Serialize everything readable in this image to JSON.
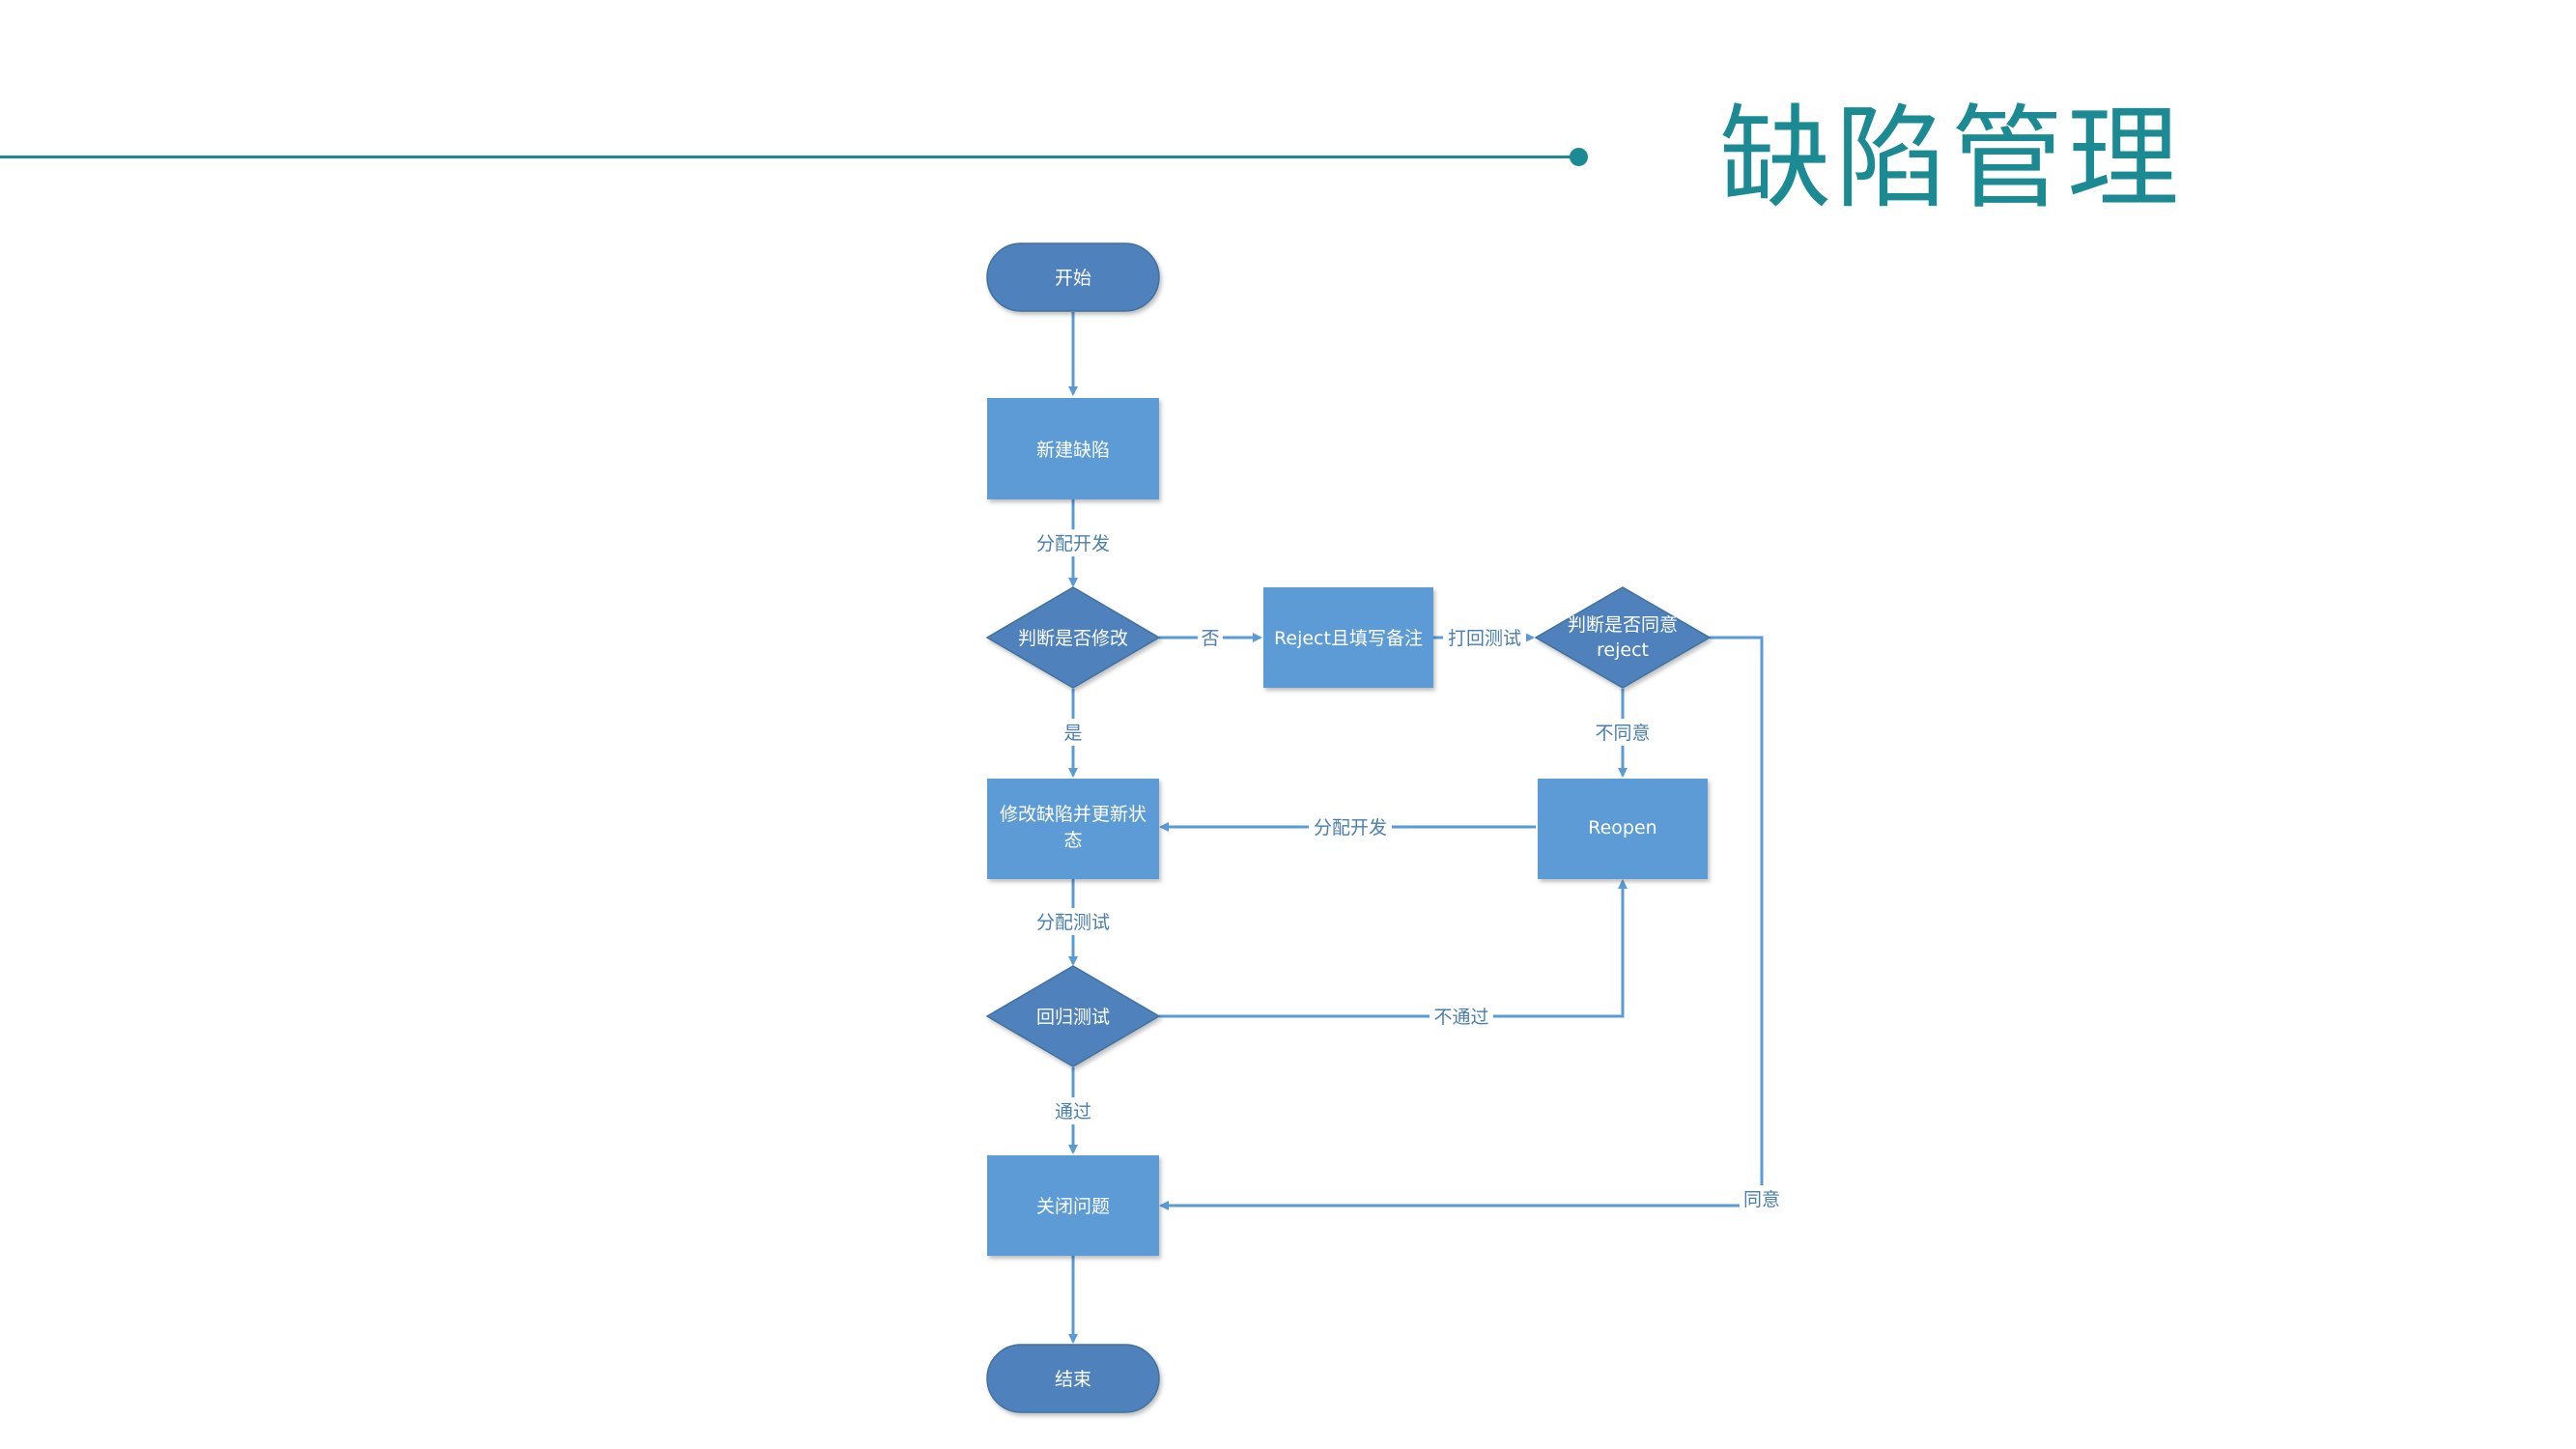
{
  "header": {
    "title": "缺陷管理",
    "accent_color": "#1b8a92"
  },
  "diagram": {
    "colors": {
      "terminal_fill": "#4f81bd",
      "process_fill": "#5b9bd5",
      "decision_fill": "#4f81bd",
      "connector": "#5b9bd5",
      "label_text": "#4a7eb0"
    },
    "nodes": {
      "start": "开始",
      "new_defect": "新建缺陷",
      "decide_modify": "判断是否修改",
      "reject_note": "Reject且填写备注",
      "decide_agree_line1": "判断是否同意",
      "decide_agree_line2": "reject",
      "fix_line1": "修改缺陷并更新状",
      "fix_line2": "态",
      "reopen": "Reopen",
      "regression": "回归测试",
      "close_issue": "关闭问题",
      "end": "结束"
    },
    "edge_labels": {
      "assign_dev_1": "分配开发",
      "no": "否",
      "back_to_test": "打回测试",
      "yes": "是",
      "disagree": "不同意",
      "assign_dev_2": "分配开发",
      "assign_test": "分配测试",
      "fail": "不通过",
      "pass": "通过",
      "agree": "同意"
    }
  }
}
